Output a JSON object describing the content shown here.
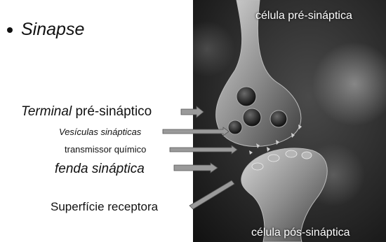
{
  "title": "Sinapse",
  "labels": {
    "terminal_italic": "Terminal",
    "terminal_rest": " pré-sináptico",
    "vesiculas": "Vesículas sinápticas",
    "transmissor": "transmissor químico",
    "fenda": "fenda sináptica",
    "superficie": "Superfície receptora"
  },
  "cell_labels": {
    "pre": "célula pré-sináptica",
    "pos": "célula pós-sináptica"
  },
  "colors": {
    "text": "#111111",
    "arrow": "#8a8a8a",
    "photo_bg": "#2a2a2a",
    "cell_label": "#ffffff"
  },
  "icons": {
    "bullet": "bullet-dot-icon",
    "arrow": "right-arrow-icon"
  }
}
